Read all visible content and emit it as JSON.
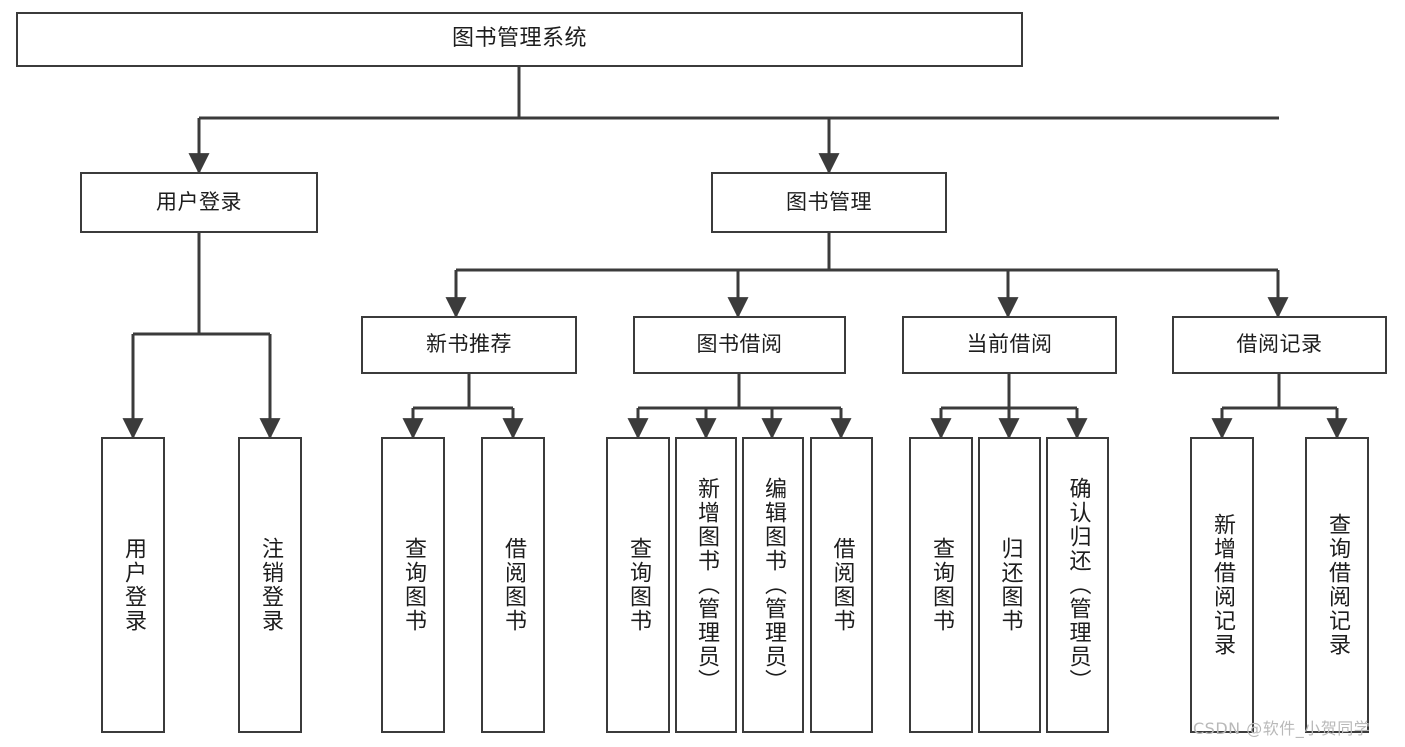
{
  "diagram": {
    "type": "tree",
    "title": "图书管理系统",
    "root": {
      "label": "图书管理系统"
    },
    "level2": [
      {
        "label": "用户登录"
      },
      {
        "label": "图书管理"
      }
    ],
    "level3": [
      {
        "label": "新书推荐"
      },
      {
        "label": "图书借阅"
      },
      {
        "label": "当前借阅"
      },
      {
        "label": "借阅记录"
      }
    ],
    "leaves": {
      "user_login": [
        {
          "label": "用户登录"
        },
        {
          "label": "注销登录"
        }
      ],
      "new_book_recommend": [
        {
          "label": "查询图书"
        },
        {
          "label": "借阅图书"
        }
      ],
      "book_borrow": [
        {
          "label": "查询图书"
        },
        {
          "label": "新增图书（管理员）"
        },
        {
          "label": "编辑图书（管理员）"
        },
        {
          "label": "借阅图书"
        }
      ],
      "current_borrow": [
        {
          "label": "查询图书"
        },
        {
          "label": "归还图书"
        },
        {
          "label": "确认归还（管理员）"
        }
      ],
      "borrow_record": [
        {
          "label": "新增借阅记录"
        },
        {
          "label": "查询借阅记录"
        }
      ]
    }
  },
  "watermark": {
    "text": "CSDN @软件_小贺同学"
  },
  "colors": {
    "stroke": "#3b3b3b",
    "fill": "#ffffff",
    "text": "#1d1d1d",
    "watermark": "#b9b9b9"
  }
}
